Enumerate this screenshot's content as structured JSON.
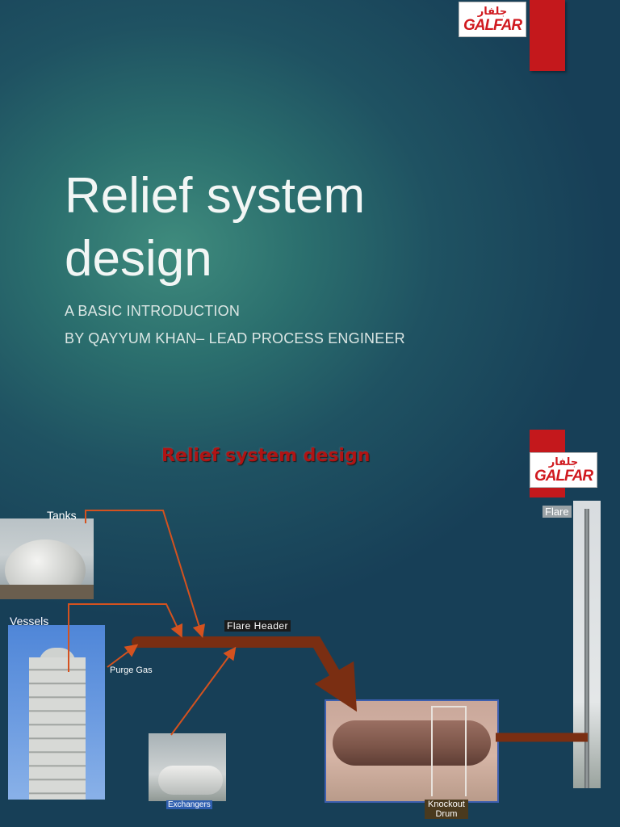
{
  "slide1": {
    "logo": {
      "arabic": "جلفار",
      "latin": "GALFAR"
    },
    "title": "Relief system design",
    "subtitle1": "A BASIC INTRODUCTION",
    "subtitle2": "BY QAYYUM KHAN– LEAD PROCESS ENGINEER"
  },
  "slide2": {
    "title": "Relief  system design",
    "logo": {
      "arabic": "جلفار",
      "latin": "GALFAR"
    },
    "labels": {
      "tanks": "Tanks",
      "vessels": "Vessels",
      "purge_gas": "Purge Gas",
      "flare_header": "Flare Header",
      "exchangers": "Exchangers",
      "knockout_drum_line1": "Knockout",
      "knockout_drum_line2": "Drum",
      "flare": "Flare"
    },
    "colors": {
      "pipe": "#7a2e12",
      "arrow": "#d4521f",
      "logo_red": "#c4181c"
    }
  }
}
